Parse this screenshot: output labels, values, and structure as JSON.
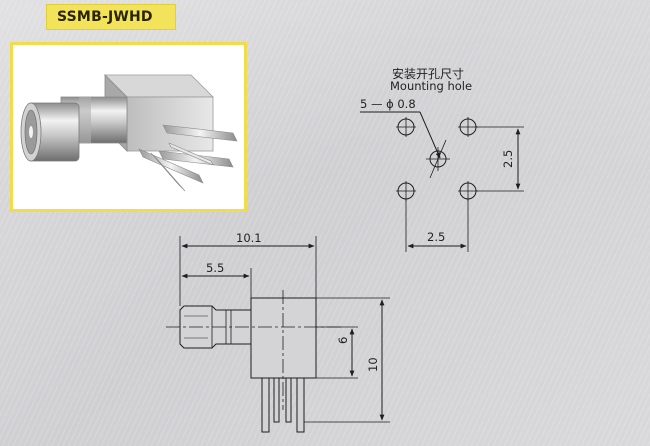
{
  "product": {
    "model": "SSMB-JWHD"
  },
  "mounting": {
    "title_cn": "安装开孔尺寸",
    "title_en": "Mounting hole",
    "hole_callout": "5 — ϕ 0.8",
    "pitch_vertical": "2.5",
    "pitch_horizontal": "2.5"
  },
  "side_view": {
    "overall_length": "10.1",
    "plug_length": "5.5",
    "center_height": "6",
    "overall_height": "10"
  },
  "colors": {
    "badge": "#f3e35a",
    "frame": "#f1dc4e",
    "line": "#1e1e1e"
  }
}
